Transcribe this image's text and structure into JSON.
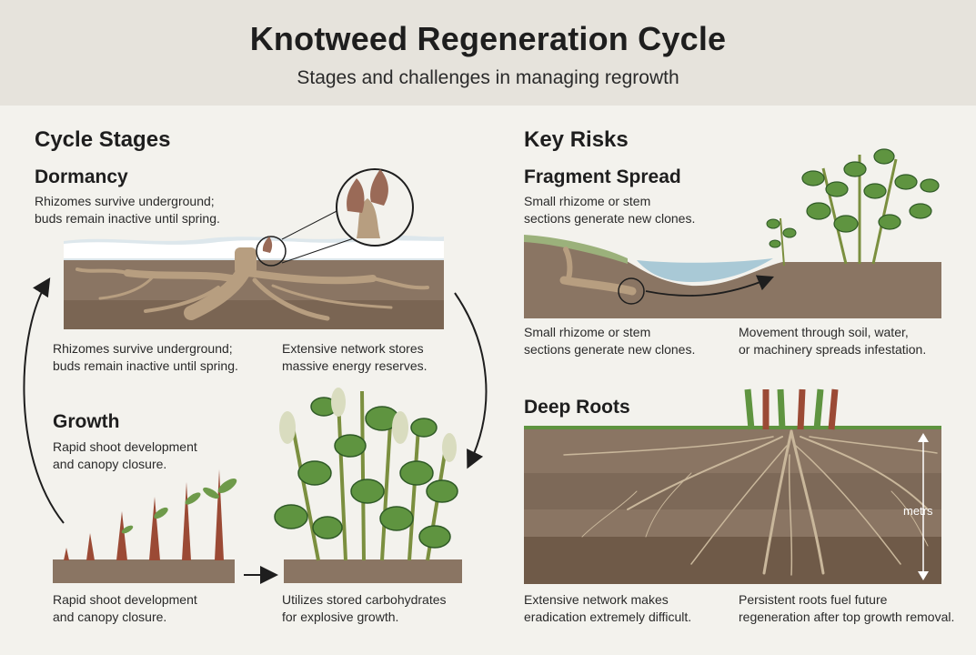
{
  "header": {
    "title": "Knotweed Regeneration Cycle",
    "subtitle": "Stages and challenges in managing regrowth"
  },
  "cycle": {
    "heading": "Cycle Stages",
    "dormancy": {
      "title": "Dormancy",
      "description": "Rhizomes survive underground;\nbuds remain inactive until spring.",
      "caption_left": "Rhizomes survive underground;\nbuds remain inactive until spring.",
      "caption_right": "Extensive network stores\nmassive energy reserves."
    },
    "growth": {
      "title": "Growth",
      "description": "Rapid shoot development\nand canopy closure.",
      "caption_left": "Rapid shoot development\nand canopy closure.",
      "caption_right": "Utilizes stored carbohydrates\nfor explosive growth."
    }
  },
  "risks": {
    "heading": "Key Risks",
    "fragment": {
      "title": "Fragment Spread",
      "description": "Small rhizome or stem\nsections generate new clones.",
      "caption_left": "Small rhizome or stem\nsections generate new clones.",
      "caption_right": "Movement through soil, water,\nor machinery spreads infestation."
    },
    "roots": {
      "title": "Deep Roots",
      "depth_label": "metrs",
      "caption_left": "Extensive network makes\neradication extremely difficult.",
      "caption_right": "Persistent roots fuel future\nregeneration after top growth removal."
    }
  },
  "colors": {
    "header_bg": "#e6e3dc",
    "page_bg": "#f3f2ed",
    "soil": "#8a7563",
    "soil_dark": "#6f5a48",
    "rhizome": "#b79e80",
    "leaf": "#5f9440",
    "leaf_dark": "#2f5a26",
    "stem_red": "#9b4a35",
    "water": "#a9c9d6",
    "snow": "#ffffff"
  }
}
